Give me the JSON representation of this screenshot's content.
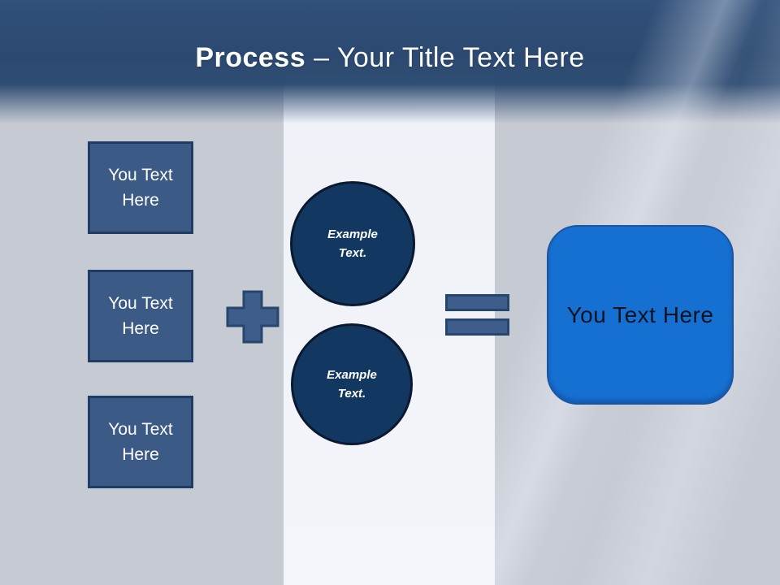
{
  "slide": {
    "title": {
      "bold": "Process",
      "regular": "– Your Title Text Here"
    }
  },
  "boxes": {
    "items": [
      "You Text Here",
      "You Text Here",
      "You Text Here"
    ]
  },
  "operators": {
    "plus": "+",
    "equals": "="
  },
  "circles": {
    "items": [
      "Example Text.",
      "Example Text."
    ]
  },
  "result": {
    "label": "You Text Here"
  },
  "colors": {
    "header_blue": "#2c4a71",
    "background_gray": "#c6cad3",
    "center_band": "#f2f4f9",
    "box_fill": "#3c5a86",
    "box_border": "#1f3c64",
    "operator_fill": "#3e5d8a",
    "operator_border": "#26466e",
    "circle_fill": "#123861",
    "circle_border": "#0a1930",
    "result_fill": "#1570d2",
    "result_border": "#1d55a0",
    "title_text": "#ffffff",
    "result_text": "#0c1322"
  }
}
